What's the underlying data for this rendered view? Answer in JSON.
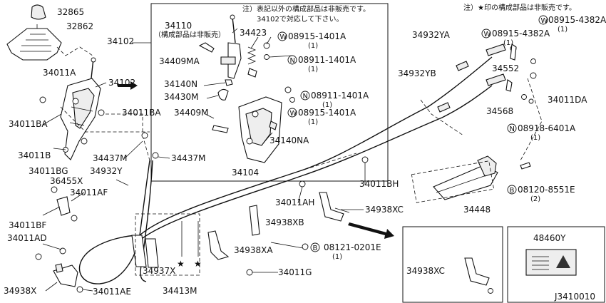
{
  "note_top_right": "注）★印の構成部品は非販売です。",
  "inset_note_line1": "注）表記以外の構成部品は非販売です。",
  "inset_note_line2": "34102で対応して下さい。",
  "inset_sub_note": "（構成部品は非販売）",
  "diagram_id": "J3410010",
  "labels": {
    "p32865": "32865",
    "p32862": "32862",
    "p34011A": "34011A",
    "p34102a": "34102",
    "p34102b": "34102",
    "p34011BA_l": "34011BA",
    "p34011BA_r": "34011BA",
    "p34011B": "34011B",
    "p34437M_l": "34437M",
    "p34437M_r": "34437M",
    "p34932Y": "34932Y",
    "p34011BG": "34011BG",
    "p36455X": "36455X",
    "p34011AF": "34011AF",
    "p34011BF": "34011BF",
    "p34011AD": "34011AD",
    "p34938X": "34938X",
    "p34011AE": "34011AE",
    "p34937X": "34937X",
    "p34413M": "34413M",
    "p34011G": "34011G",
    "p34938XA": "34938XA",
    "p34938XB": "34938XB",
    "p34938XC": "34938XC",
    "p34938XC_box": "34938XC",
    "p34011AH": "34011AH",
    "p34011BH": "34011BH",
    "p34104": "34104",
    "p34110": "34110",
    "p34423": "34423",
    "p34409MA": "34409MA",
    "p34140N": "34140N",
    "p34430M": "34430M",
    "p34409M": "34409M",
    "p34140NA": "34140NA",
    "p34932YA": "34932YA",
    "p34932YB": "34932YB",
    "p34552": "34552",
    "p34011DA": "34011DA",
    "p34568": "34568",
    "p34448": "34448",
    "p48460Y": "48460Y"
  },
  "callouts": {
    "w08915_1401A_a": {
      "sym": "W",
      "num": "08915-1401A",
      "qty": "(1)"
    },
    "n08911_1401A_a": {
      "sym": "N",
      "num": "08911-1401A",
      "qty": "(1)"
    },
    "n08911_1401A_b": {
      "sym": "N",
      "num": "08911-1401A",
      "qty": "(1)"
    },
    "w08915_1401A_b": {
      "sym": "W",
      "num": "08915-1401A",
      "qty": "(1)"
    },
    "w08915_4382A_top": {
      "sym": "W",
      "num": "08915-4382A",
      "qty": "(1)"
    },
    "w08915_4382A_mid": {
      "sym": "W",
      "num": "08915-4382A",
      "qty": "(1)"
    },
    "n08918_6401A": {
      "sym": "N",
      "num": "08918-6401A",
      "qty": "(1)"
    },
    "b08120_8551E": {
      "sym": "B",
      "num": "08120-8551E",
      "qty": "(2)"
    },
    "b08121_0201E": {
      "sym": "B",
      "num": "08121-0201E",
      "qty": "(1)"
    }
  }
}
